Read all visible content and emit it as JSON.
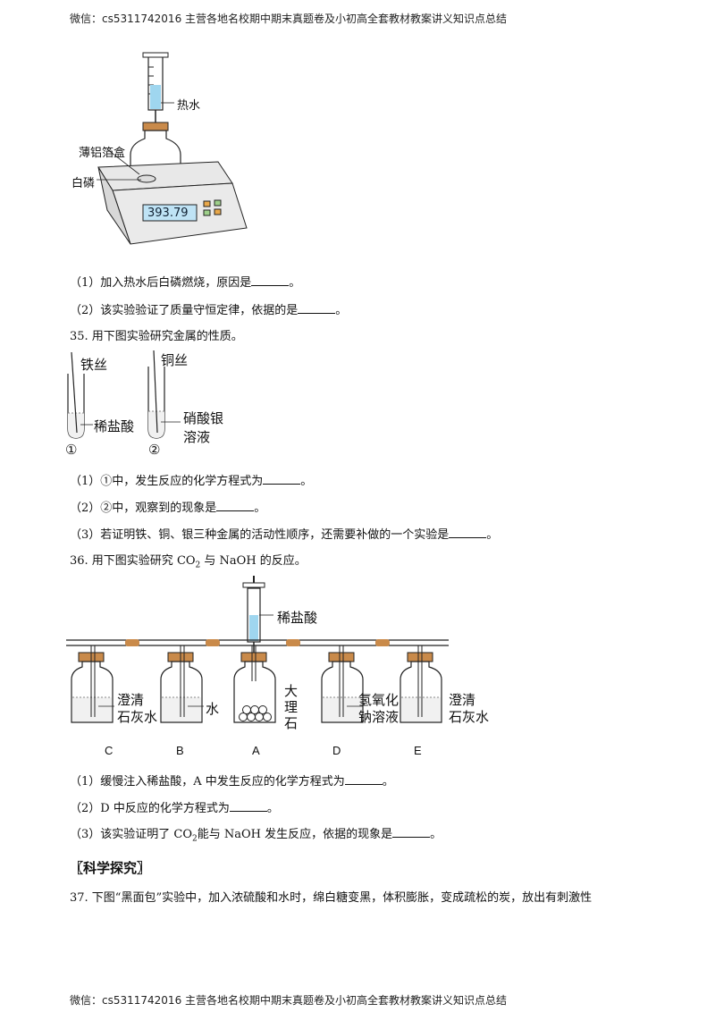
{
  "header": "微信：cs5311742016 主营各地名校期中期末真题卷及小初高全套教材教案讲义知识点总结",
  "footer": "微信：cs5311742016 主营各地名校期中期末真题卷及小初高全套教材教案讲义知识点总结",
  "fig1": {
    "hot_water": "热水",
    "foil_box": "薄铝箔盒",
    "white_p": "白磷",
    "display": "393.79"
  },
  "q34": {
    "p1": "（1）加入热水后白磷燃烧，原因是",
    "p2": "（2）该实验验证了质量守恒定律，依据的是"
  },
  "q35": {
    "stem": "35. 用下图实验研究金属的性质。",
    "iron_wire": "铁丝",
    "copper_wire": "铜丝",
    "dilute_hcl": "稀盐酸",
    "agno3_1": "硝酸银",
    "agno3_2": "溶液",
    "tube1": "①",
    "tube2": "②",
    "p1": "（1）①中，发生反应的化学方程式为",
    "p2": "（2）②中，观察到的现象是",
    "p3": "（3）若证明铁、铜、银三种金属的活动性顺序，还需要补做的一个实验是"
  },
  "q36": {
    "stem_a": "36. 用下图实验研究 CO",
    "stem_sub": "2",
    "stem_b": " 与 NaOH 的反应。",
    "acid": "稀盐酸",
    "limewater_1": "澄清",
    "limewater_2": "石灰水",
    "water": "水",
    "marble_1": "大",
    "marble_2": "理",
    "marble_3": "石",
    "naoh_1": "氢氧化",
    "naoh_2": "钠溶液",
    "bottle_c": "C",
    "bottle_b": "B",
    "bottle_a": "A",
    "bottle_d": "D",
    "bottle_e": "E",
    "p1": "（1）缓慢注入稀盐酸，A 中发生反应的化学方程式为",
    "p2": "（2）D 中反应的化学方程式为",
    "p3_a": "（3）该实验证明了 CO",
    "p3_sub": "2",
    "p3_b": "能与 NaOH 发生反应，依据的现象是"
  },
  "section": "〖科学探究〗",
  "q37": {
    "text": "37. 下图“黑面包”实验中，加入浓硫酸和水时，绵白糖变黑，体积膨胀，变成疏松的炭，放出有刺激性"
  }
}
